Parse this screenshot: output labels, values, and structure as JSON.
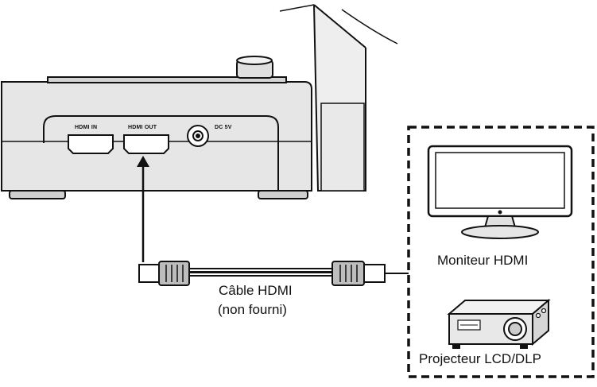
{
  "device": {
    "ports": {
      "hdmi_in": "HDMI IN",
      "hdmi_out": "HDMI OUT",
      "dc": "DC 5V"
    }
  },
  "cable": {
    "label": "Câble HDMI",
    "note": "(non fourni)"
  },
  "outputs": {
    "monitor": "Moniteur HDMI",
    "projector": "Projecteur LCD/DLP"
  },
  "colors": {
    "ink": "#111111",
    "body_gray": "#e6e6e6",
    "plug_gray": "#bdbdbd"
  }
}
